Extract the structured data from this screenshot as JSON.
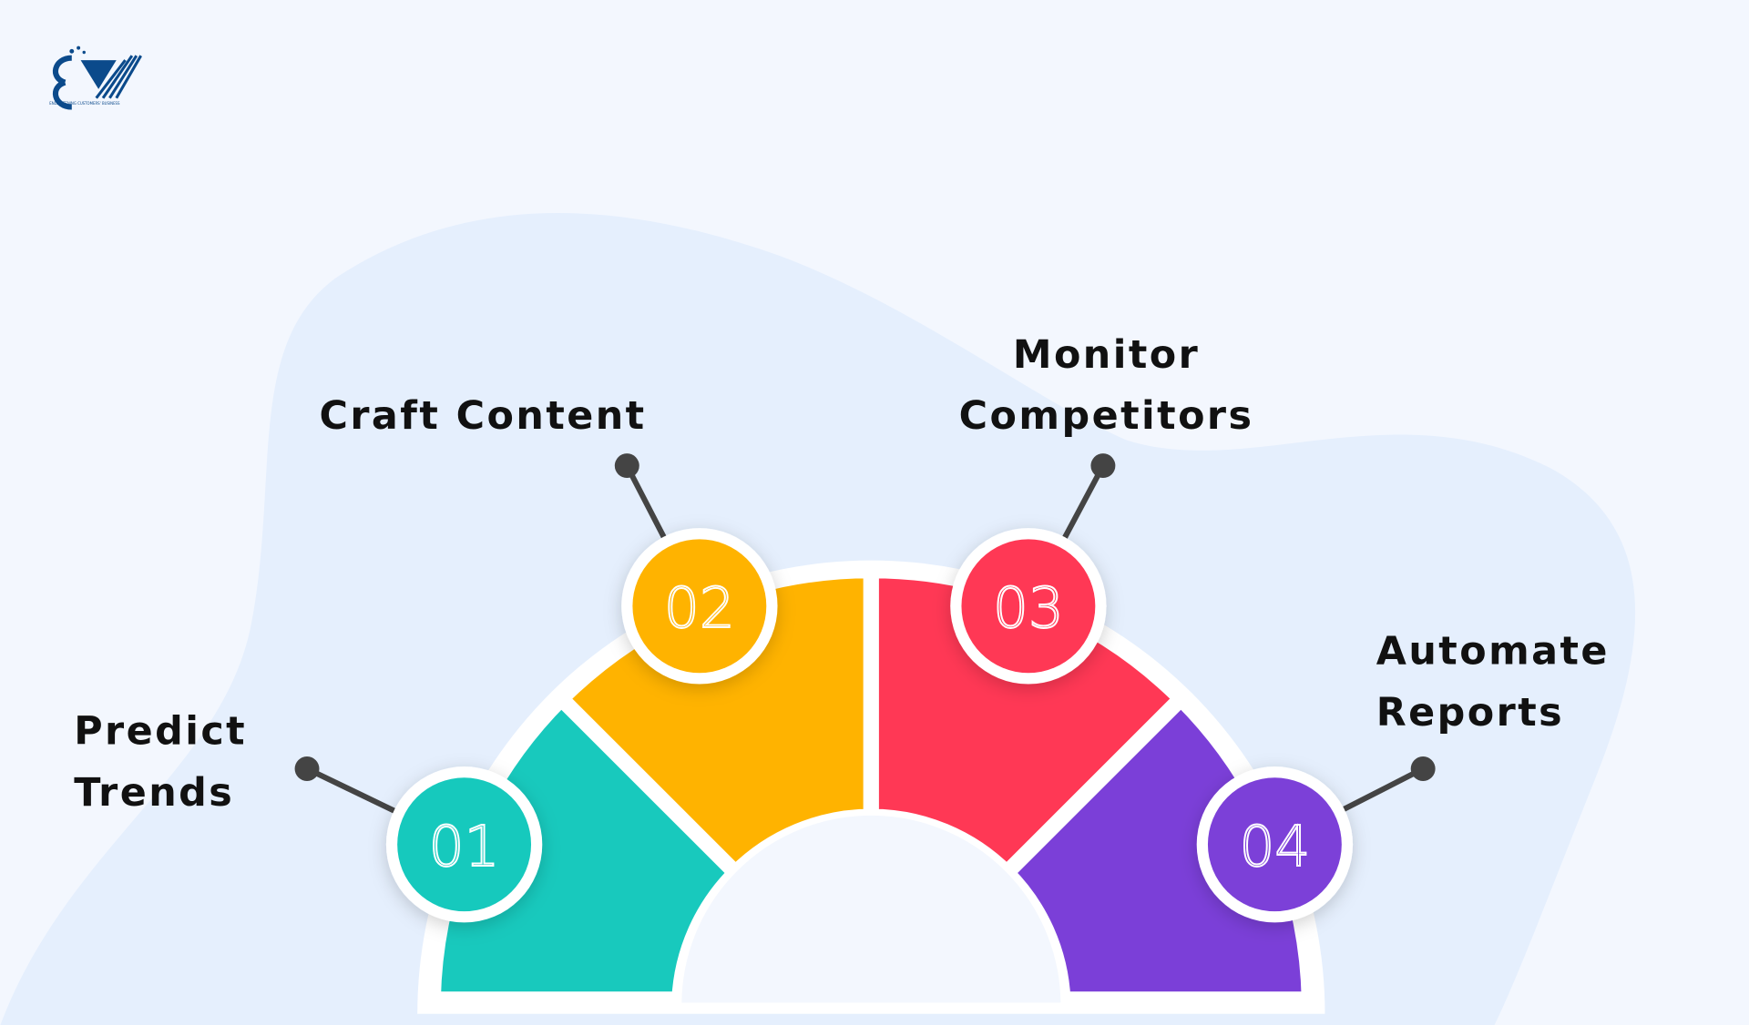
{
  "logo": {
    "tagline": "ENLIGHTENING CUSTOMERS' BUSINESS"
  },
  "steps": [
    {
      "number": "01",
      "label_lines": [
        "Predict",
        "Trends"
      ],
      "color": "#18c9bd"
    },
    {
      "number": "02",
      "label_lines": [
        "Craft Content"
      ],
      "color": "#ffb300"
    },
    {
      "number": "03",
      "label_lines": [
        "Monitor",
        "Competitors"
      ],
      "color": "#ff3855"
    },
    {
      "number": "04",
      "label_lines": [
        "Automate",
        "Reports"
      ],
      "color": "#7b3fd8"
    }
  ],
  "colors": {
    "background": "#f3f7fe",
    "blob": "#e5effd",
    "logo": "#0b4a8b",
    "connector": "#444444"
  }
}
